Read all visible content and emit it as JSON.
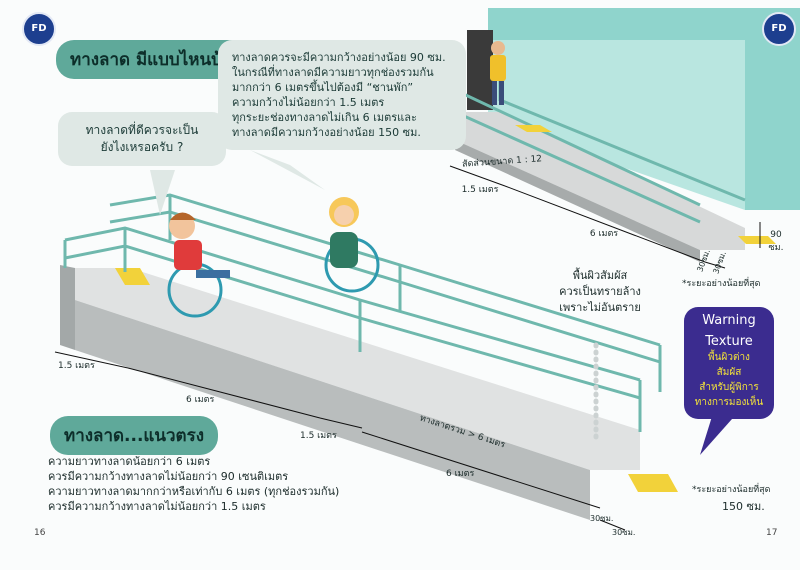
{
  "header": {
    "title": "ทางลาด มีแบบไหนบ้าง"
  },
  "logo": {
    "text": "FD"
  },
  "bubbles": {
    "question": [
      "ทางลาดที่ดีควรจะเป็น",
      "ยังไงเหรอครับ ?"
    ],
    "answer": [
      "ทางลาดควรจะมีความกว้างอย่างน้อย 90 ซม.",
      "ในกรณีที่ทางลาดมีความยาวทุกช่องรวมกัน",
      "มากกว่า 6 เมตรขึ้นไปต้องมี “ชานพัก”",
      "ความกว้างไม่น้อยกว่า 1.5 เมตร",
      "ทุกระยะช่องทางลาดไม่เกิน 6 เมตรและ",
      "ทางลาดมีความกว้างอย่างน้อย 150 ซม."
    ]
  },
  "upper_ramp": {
    "slope": "สัดส่วนขนาด 1 : 12",
    "landing": "1.5 เมตร",
    "length": "6 เมตร",
    "width": "90 ซม.",
    "edge_a": "30ซม.",
    "edge_b": "30ซม.",
    "min_note": "*ระยะอย่างน้อยที่สุด"
  },
  "lower_ramp": {
    "landing_start": "1.5 เมตร",
    "length_1": "6 เมตร",
    "landing_mid": "1.5 เมตร",
    "length_2": "6 เมตร",
    "total": "ทางลาดรวม > 6 เมตร",
    "edge_a": "30ซม.",
    "edge_b": "30ซม.",
    "min_note": "*ระยะอย่างน้อยที่สุด",
    "min_value": "150 ซม."
  },
  "surface_note": [
    "พื้นผิวสัมผัส",
    "ควรเป็นทรายล้าง",
    "เพราะไม่อันตราย"
  ],
  "warning": {
    "title": [
      "Warning",
      "Texture"
    ],
    "body": [
      "พื้นผิวต่าง",
      "สัมผัส",
      "สำหรับผู้พิการ",
      "ทางการมองเห็น"
    ]
  },
  "section": {
    "title": "ทางลาด...แนวตรง"
  },
  "rules": [
    "ความยาวทางลาดน้อยกว่า   6 เมตร",
    "ควรมีความกว้างทางลาดไม่น้อยกว่า 90 เซนติเมตร",
    "ความยาวทางลาดมากกว่าหรือเท่ากับ  6 เมตร (ทุกช่องรวมกัน)",
    "ควรมีความกว้างทางลาดไม่น้อยกว่า 1.5 เมตร"
  ],
  "pages": {
    "left": "16",
    "right": "17"
  },
  "colors": {
    "accent": "#5fa99a",
    "rail": "#6fb8ad",
    "warning_bg": "#3b2c8f",
    "warning_text": "#f3e23a",
    "tactile": "#f2d23a"
  }
}
